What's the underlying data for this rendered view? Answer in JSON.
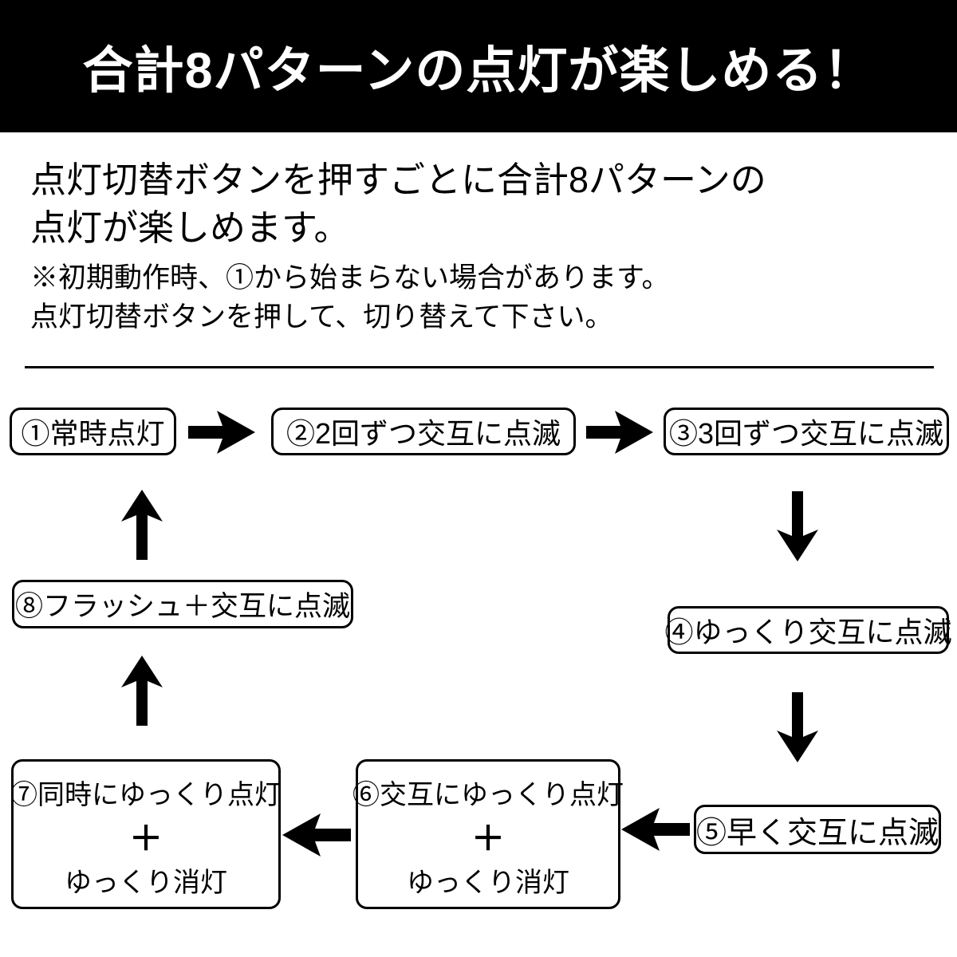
{
  "header": {
    "title": "合計8パターンの点灯が楽しめる！",
    "bg_color": "#000000",
    "text_color": "#ffffff"
  },
  "intro": {
    "line1": "点灯切替ボタンを押すごとに合計8パターンの",
    "line2": "点灯が楽しめます。"
  },
  "note": {
    "line1": "※初期動作時、①から始まらない場合があります。",
    "line2": "点灯切替ボタンを押して、切り替えて下さい。"
  },
  "flowchart": {
    "steps": [
      {
        "label": "①常時点灯"
      },
      {
        "label": "②2回ずつ交互に点滅"
      },
      {
        "label": "③3回ずつ交互に点滅"
      },
      {
        "label": "④ゆっくり交互に点滅"
      },
      {
        "label": "⑤早く交互に点滅"
      },
      {
        "line1": "⑥交互にゆっくり点灯",
        "plus": "＋",
        "line3": "ゆっくり消灯"
      },
      {
        "line1": "⑦同時にゆっくり点灯",
        "plus": "＋",
        "line3": "ゆっくり消灯"
      },
      {
        "label": "⑧フラッシュ＋交互に点滅"
      }
    ],
    "arrow_color": "#000000",
    "box_border_color": "#000000"
  }
}
